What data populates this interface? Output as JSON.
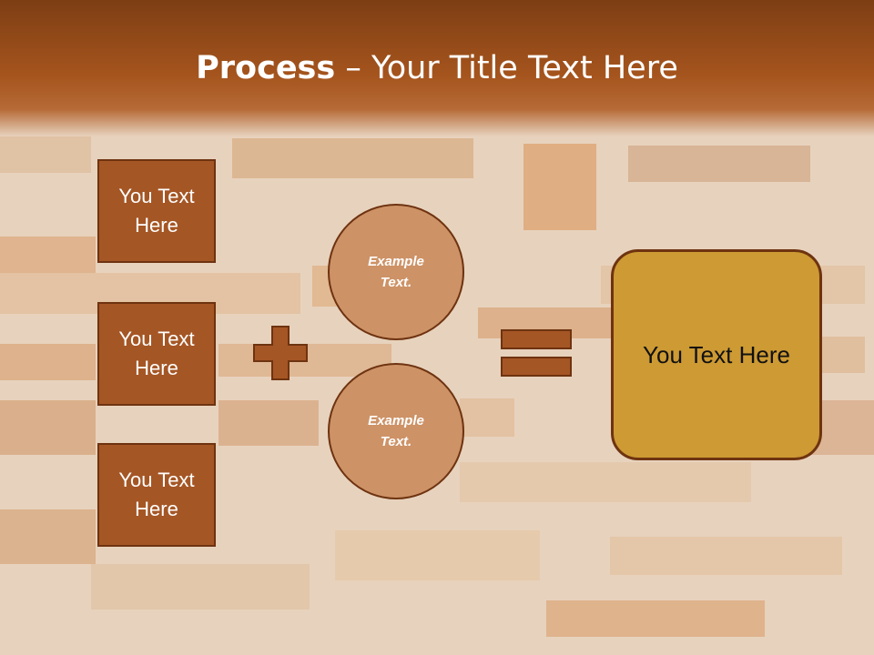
{
  "slide": {
    "title_strong": "Process",
    "title_rest": " – Your Title Text Here"
  },
  "left_boxes": [
    {
      "label": "You Text Here"
    },
    {
      "label": "You Text Here"
    },
    {
      "label": "You Text Here"
    }
  ],
  "circles": [
    {
      "label": "Example Text."
    },
    {
      "label": "Example Text."
    }
  ],
  "result": {
    "label": "You Text Here"
  },
  "icons": {
    "plus": "plus-icon",
    "equals": "equals-icon"
  },
  "colors": {
    "header": "#a5541d",
    "box_fill": "#a55625",
    "circle_fill": "#cd9266",
    "result_fill": "#cd9a33",
    "outline": "#6e3310"
  }
}
